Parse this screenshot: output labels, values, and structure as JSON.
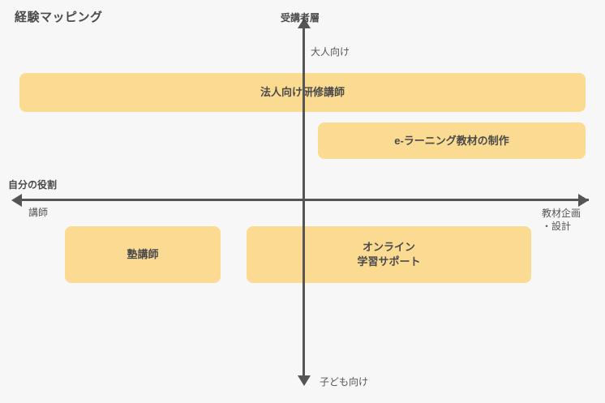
{
  "chart_data": {
    "type": "scatter",
    "title": "経験マッピング",
    "xlabel": "自分の役割",
    "ylabel": "受講者層",
    "axis_ends": {
      "top": "大人向け",
      "bottom": "子ども向け",
      "left": "講師",
      "right_line1": "教材企画",
      "right_line2": "・設計"
    },
    "items": [
      {
        "label": "法人向け研修講師",
        "x_range": [
          -1.0,
          1.0
        ],
        "y": 0.62
      },
      {
        "label": "e-ラーニング教材の制作",
        "x_range": [
          0.05,
          1.0
        ],
        "y": 0.45
      },
      {
        "label_line1": "塾講師",
        "label_line2": "",
        "x_range": [
          -0.84,
          -0.29
        ],
        "y": -0.22
      },
      {
        "label_line1": "オンライン",
        "label_line2": "学習サポート",
        "x_range": [
          -0.2,
          0.8
        ],
        "y": -0.22
      }
    ],
    "grid": false,
    "legend": "none"
  },
  "diagram": {
    "title": "経験マッピング",
    "axes": {
      "vertical_title": "受講者層",
      "vertical_top_label": "大人向け",
      "vertical_bottom_label": "子ども向け",
      "horizontal_title": "自分の役割",
      "horizontal_left_label": "講師",
      "horizontal_right_label_line1": "教材企画",
      "horizontal_right_label_line2": "・設計"
    },
    "boxes": {
      "corporate": {
        "label": "法人向け研修講師"
      },
      "elearning": {
        "label": "e-ラーニング教材の制作"
      },
      "juku": {
        "label": "塾講師"
      },
      "online": {
        "line1": "オンライン",
        "line2": "学習サポート"
      }
    },
    "colors": {
      "box_fill": "#FBDA92",
      "text": "#4A4A4A",
      "axis": "#555555",
      "background": "#F7F7F8"
    }
  }
}
